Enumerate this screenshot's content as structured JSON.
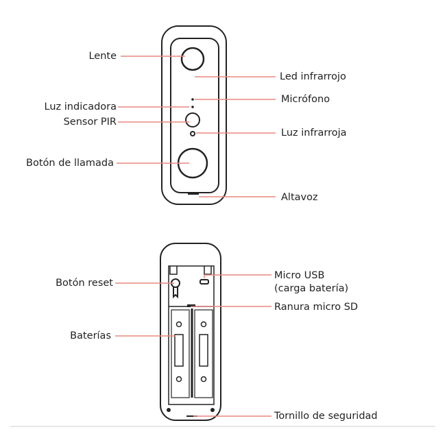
{
  "front": {
    "labels_left": {
      "lens": "Lente",
      "indicator_light": "Luz indicadora",
      "pir_sensor": "Sensor PIR",
      "call_button": "Botón de llamada"
    },
    "labels_right": {
      "ir_led": "Led infrarrojo",
      "microphone": "Micrófono",
      "ir_light": "Luz infrarroja",
      "speaker": "Altavoz"
    }
  },
  "back": {
    "reset_button": "Botón reset",
    "micro_usb": "Micro USB",
    "micro_usb_note": "(carga batería)",
    "sd_slot": "Ranura micro SD",
    "batteries": "Baterías",
    "security_screw": "Tornillo de seguridad"
  },
  "colors": {
    "leader_line": "#e8877f",
    "outline": "#222222"
  }
}
